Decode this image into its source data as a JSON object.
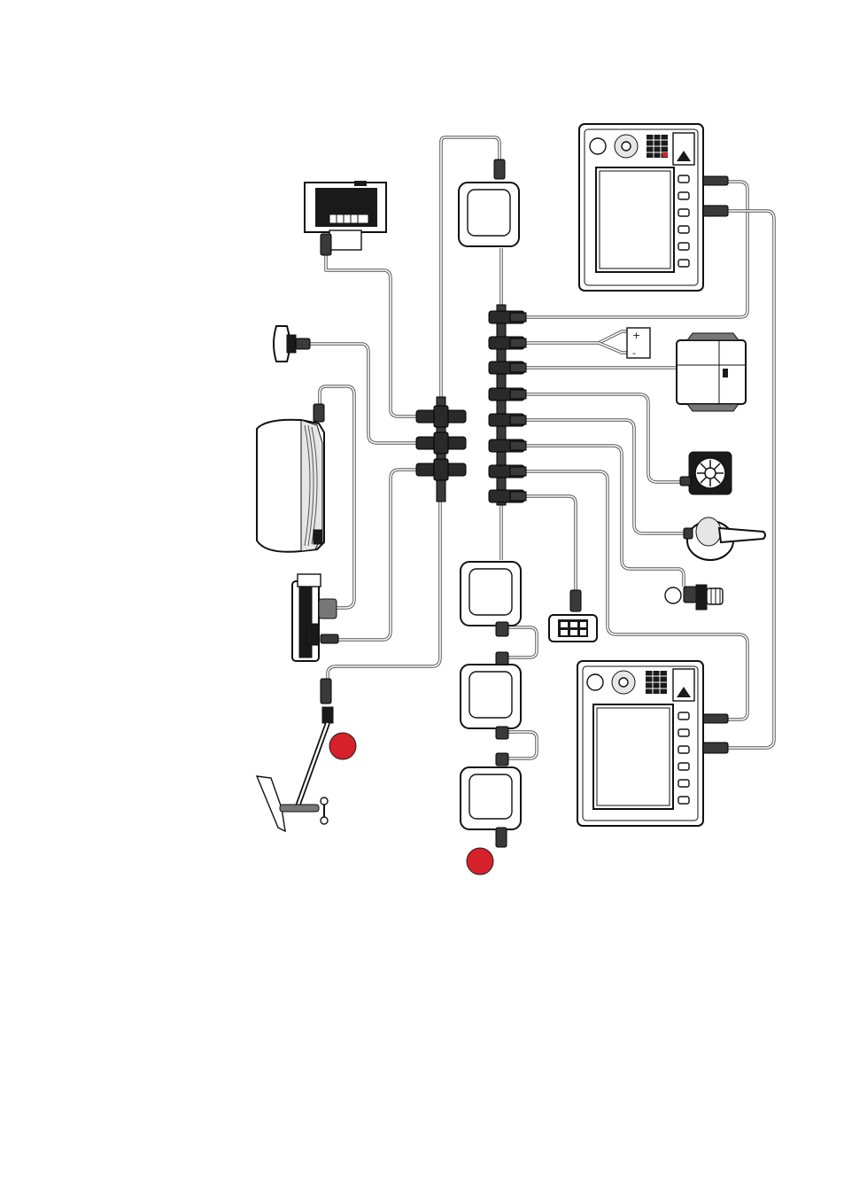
{
  "colors": {
    "background": "#ffffff",
    "line": "#111111",
    "cable": "#555555",
    "terminator": "#d6212b",
    "connector": "#2a2a2a"
  },
  "battery": {
    "positive_label": "+",
    "negative_label": "-"
  },
  "devices": [
    {
      "name": "multifunction-display-top",
      "icon": "mfd-keypad-icon"
    },
    {
      "name": "multifunction-display-bottom",
      "icon": "mfd-keypad-icon"
    },
    {
      "name": "instrument-display",
      "icon": "instrument-display-icon",
      "count": 4
    },
    {
      "name": "small-display-unit",
      "icon": "small-display-icon"
    },
    {
      "name": "gps-antenna",
      "icon": "puck-antenna-icon"
    },
    {
      "name": "radar-dome",
      "icon": "radar-dome-icon"
    },
    {
      "name": "autopilot-computer",
      "icon": "autopilot-computer-icon"
    },
    {
      "name": "wind-transducer",
      "icon": "wind-vane-icon"
    },
    {
      "name": "battery-power",
      "icon": "battery-icon"
    },
    {
      "name": "junction-box",
      "icon": "junction-box-icon"
    },
    {
      "name": "autopilot-control-head",
      "icon": "rotary-controller-icon"
    },
    {
      "name": "remote-joystick",
      "icon": "joystick-icon"
    },
    {
      "name": "through-hull-transducer",
      "icon": "transducer-icon"
    },
    {
      "name": "button-pod",
      "icon": "keypad-pod-icon"
    }
  ],
  "terminators": [
    {
      "name": "backbone-terminator-left",
      "icon": "terminator-icon"
    },
    {
      "name": "backbone-terminator-bottom",
      "icon": "terminator-icon"
    }
  ]
}
